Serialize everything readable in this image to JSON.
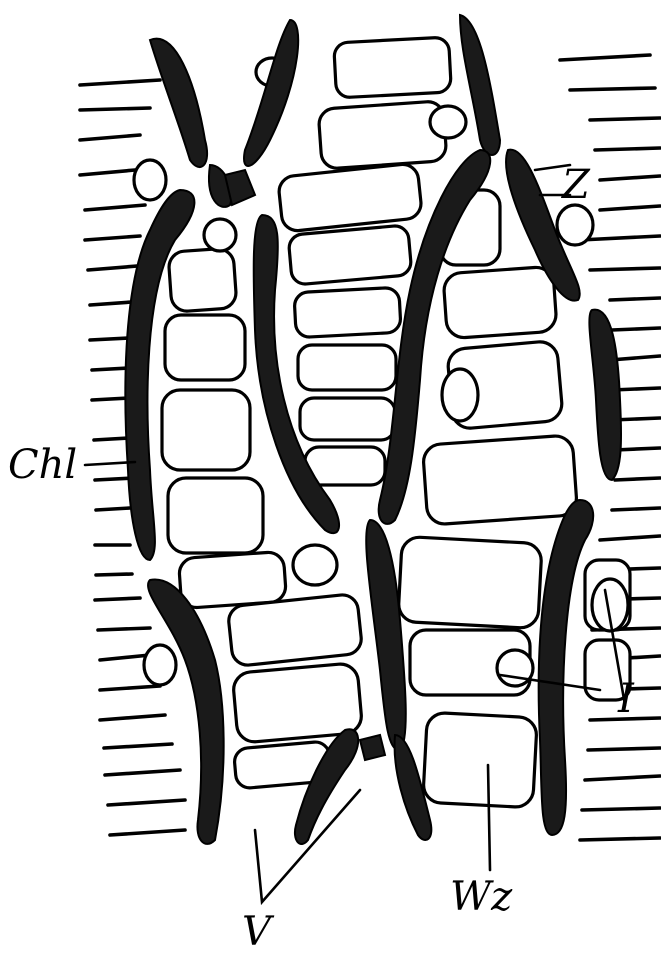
{
  "labels": {
    "chl": "Chl",
    "z": "Z",
    "i": "I",
    "wz": "Wz",
    "v": "V"
  }
}
